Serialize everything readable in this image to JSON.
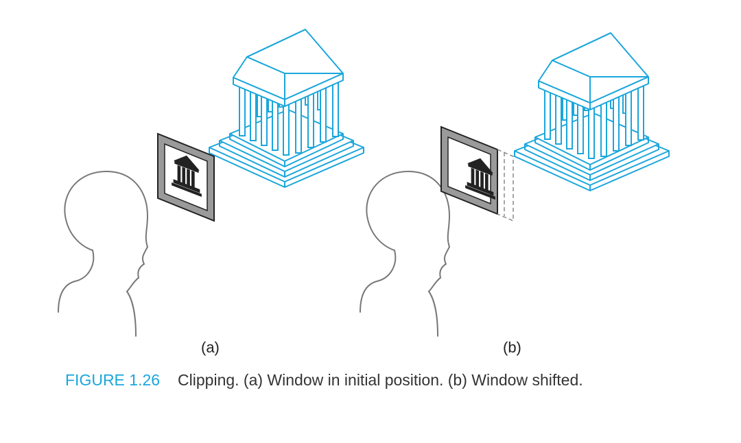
{
  "panels": [
    {
      "label": "(a)"
    },
    {
      "label": "(b)"
    }
  ],
  "caption": {
    "figure_number": "FIGURE 1.26",
    "text": "Clipping. (a) Window in initial position. (b) Window shifted."
  },
  "colors": {
    "accent": "#1aa6dc",
    "outline": "#777777",
    "frame": "#222222",
    "frame_fill": "#9a9a9a"
  }
}
